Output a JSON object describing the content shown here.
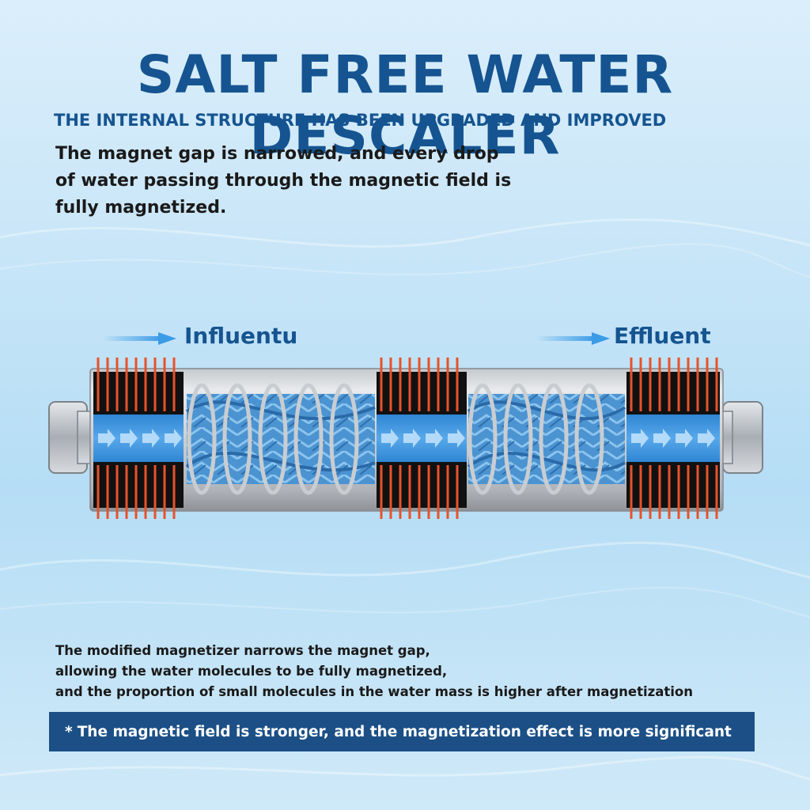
{
  "title": "SALT FREE WATER DESCALER",
  "subtitle": "THE INTERNAL STRUCTURE HAS BEEN UPGRADED AND IMPROVED",
  "intro": {
    "lines": [
      "The magnet gap is narrowed, and every drop",
      "of water passing through the magnetic field is",
      "fully magnetized."
    ]
  },
  "diagram": {
    "inflow_label": "Influentu",
    "outflow_label": "Effluent"
  },
  "description": {
    "lines": [
      "The modified magnetizer narrows the magnet gap,",
      "allowing the water molecules to be fully magnetized,",
      "and the proportion of small molecules in the water mass is higher after magnetization"
    ]
  },
  "banner": {
    "star": "*",
    "text": "The magnetic field is stronger, and the magnetization effect is more significant"
  },
  "colors": {
    "title_blue": "#155490",
    "banner_blue": "#1b4f86",
    "field_red": "#e8522a",
    "water_blue": "#3b8fd6",
    "steel": "#b9bec4"
  }
}
